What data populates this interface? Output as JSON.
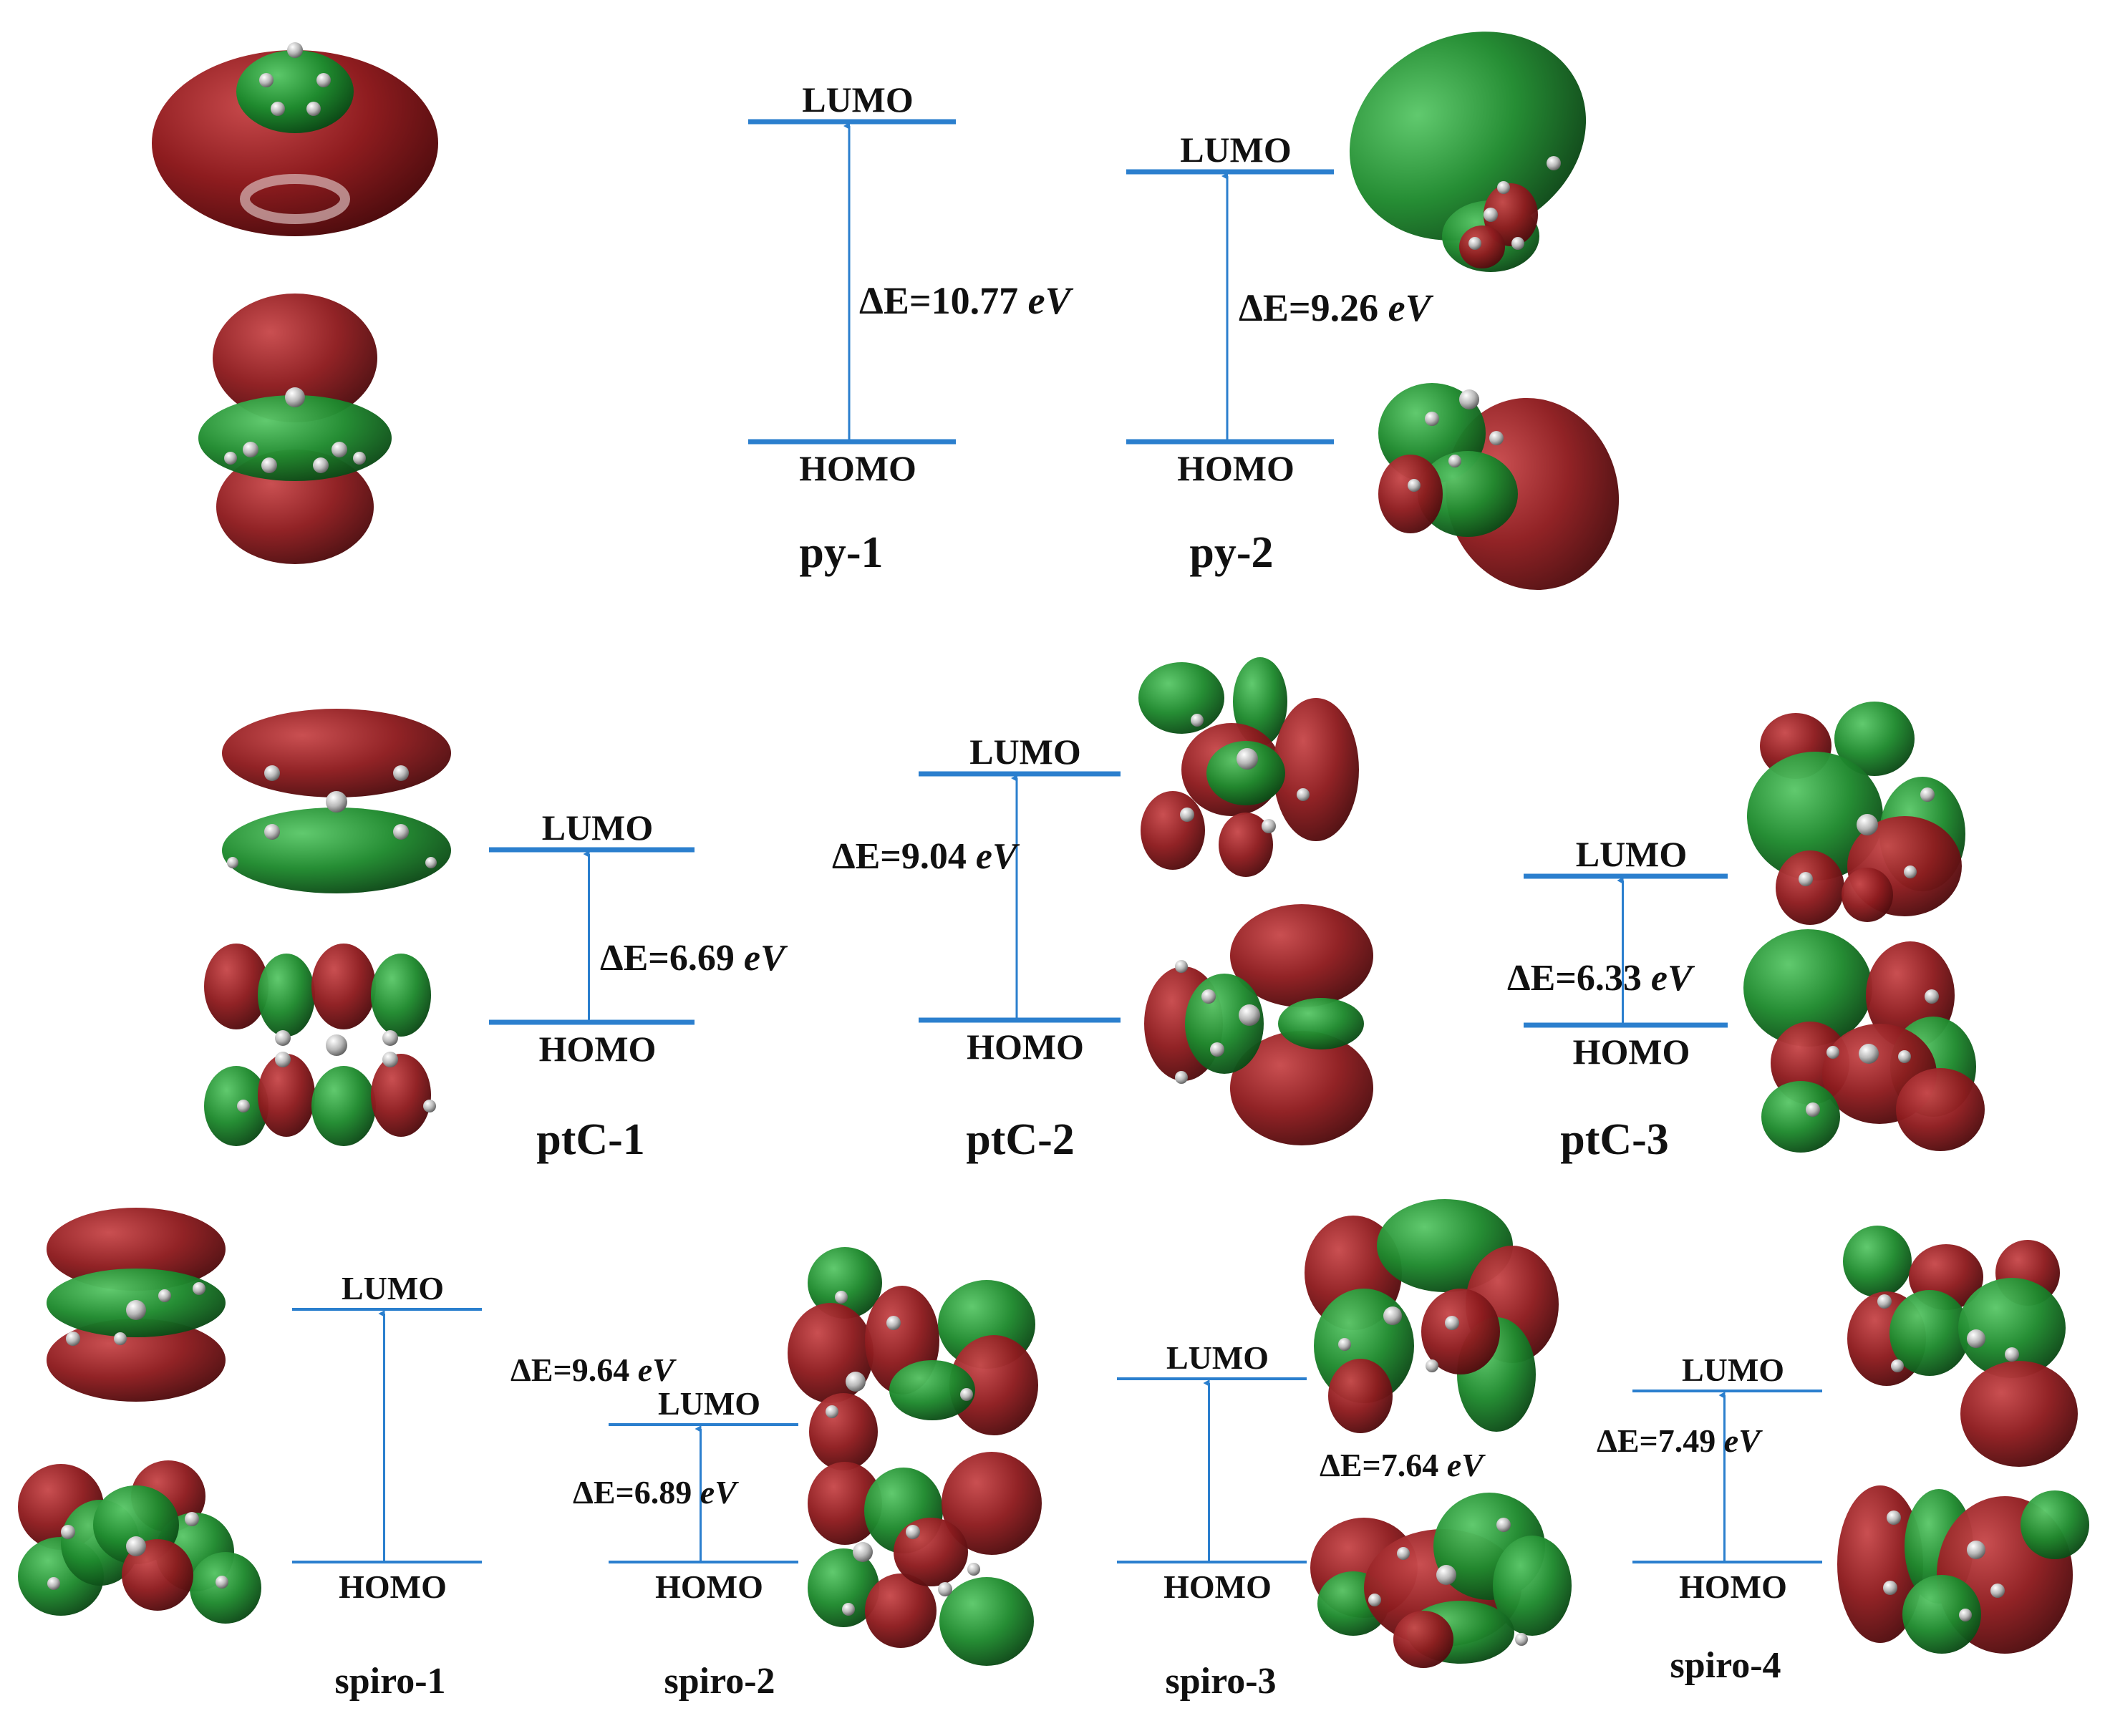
{
  "colors": {
    "level_line": "#2b7fce",
    "lobe_red": "#8e1c1f",
    "lobe_green": "#1f8a2e",
    "atom": "#b9b9b9",
    "text": "#111111"
  },
  "level_labels": {
    "lumo": "LUMO",
    "homo": "HOMO"
  },
  "molecules": [
    {
      "id": "py-1",
      "name": "py-1",
      "gap_value": "ΔE=10.77",
      "gap_unit": "eV"
    },
    {
      "id": "py-2",
      "name": "py-2",
      "gap_value": "ΔE=9.26",
      "gap_unit": "eV"
    },
    {
      "id": "ptC-1",
      "name": "ptC-1",
      "gap_value": "ΔE=6.69",
      "gap_unit": "eV"
    },
    {
      "id": "ptC-2",
      "name": "ptC-2",
      "gap_value": "ΔE=9.04",
      "gap_unit": "eV"
    },
    {
      "id": "ptC-3",
      "name": "ptC-3",
      "gap_value": "ΔE=6.33",
      "gap_unit": "eV"
    },
    {
      "id": "spiro-1",
      "name": "spiro-1",
      "gap_value": "ΔE=9.64",
      "gap_unit": "eV"
    },
    {
      "id": "spiro-2",
      "name": "spiro-2",
      "gap_value": "ΔE=6.89",
      "gap_unit": "eV"
    },
    {
      "id": "spiro-3",
      "name": "spiro-3",
      "gap_value": "ΔE=7.64",
      "gap_unit": "eV"
    },
    {
      "id": "spiro-4",
      "name": "spiro-4",
      "gap_value": "ΔE=7.49",
      "gap_unit": "eV"
    }
  ]
}
